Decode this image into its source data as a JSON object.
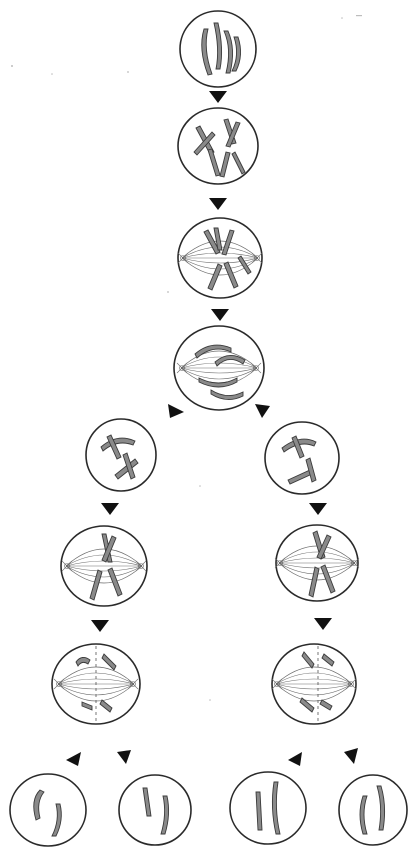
{
  "diagram": {
    "kind": "meiosis-stages",
    "colors": {
      "outline": "#2a2a2a",
      "chromosome": "#8a8a8a",
      "arrow": "#111111",
      "background": "#ffffff"
    },
    "stages": [
      "parent-cell-interphase",
      "prophase-1",
      "prometaphase-1",
      "metaphase-1",
      "daughter-cell-left",
      "daughter-cell-right",
      "metaphase-2-left",
      "metaphase-2-right",
      "anaphase-2-left",
      "anaphase-2-right",
      "gamete-1",
      "gamete-2",
      "gamete-3",
      "gamete-4"
    ]
  }
}
